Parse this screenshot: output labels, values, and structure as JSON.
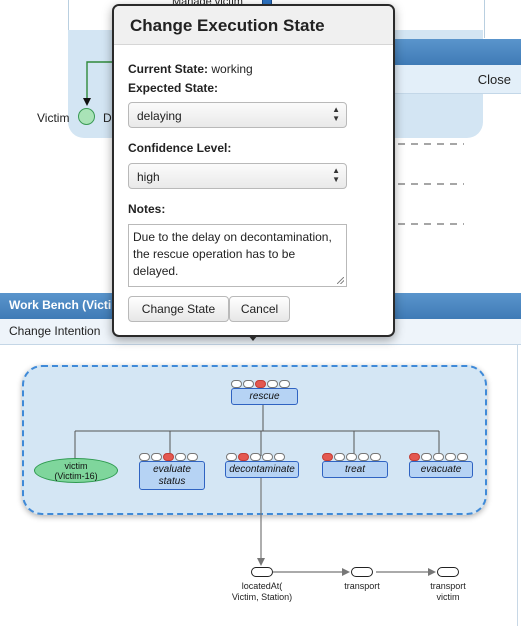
{
  "upper_panel": {
    "manage_label": "Manage victim",
    "close_label": "Close",
    "victim_label": "Victim",
    "node_label_partial": "D"
  },
  "workbench": {
    "title": "Work Bench (Victi",
    "tab_label": "Change Intention"
  },
  "dialog": {
    "title": "Change Execution State",
    "current_state_label": "Current State:",
    "current_state_value": "working",
    "expected_state_label": "Expected State:",
    "expected_state_value": "delaying",
    "confidence_label": "Confidence Level:",
    "confidence_value": "high",
    "notes_label": "Notes:",
    "notes_value": "Due to the delay on decontamination, the rescue operation has to be delayed.",
    "change_button": "Change State",
    "cancel_button": "Cancel"
  },
  "diagram": {
    "root": {
      "label": "rescue",
      "state_dots": 5,
      "active_dot": 2
    },
    "children": [
      {
        "label": "victim\n(Victim-16)"
      },
      {
        "label": "evaluate\nstatus",
        "state_dots": 5,
        "active_dot": 2
      },
      {
        "label": "decontaminate",
        "state_dots": 5,
        "active_dot": 1
      },
      {
        "label": "treat",
        "state_dots": 5,
        "active_dot": 0
      },
      {
        "label": "evacuate",
        "state_dots": 5,
        "active_dot": 0
      }
    ],
    "flow": [
      {
        "label": "locatedAt(\nVictim, Station)"
      },
      {
        "label": "transport"
      },
      {
        "label": "transport\nvictim"
      }
    ]
  },
  "colors": {
    "header_blue": "#4a86c0",
    "panel_blue": "#d4e6f4",
    "node_blue": "#b6d3f4",
    "node_border": "#2f63c2",
    "active_red": "#e45850",
    "victim_green": "#7fd69c",
    "dashed_border": "#3f8ad8"
  }
}
